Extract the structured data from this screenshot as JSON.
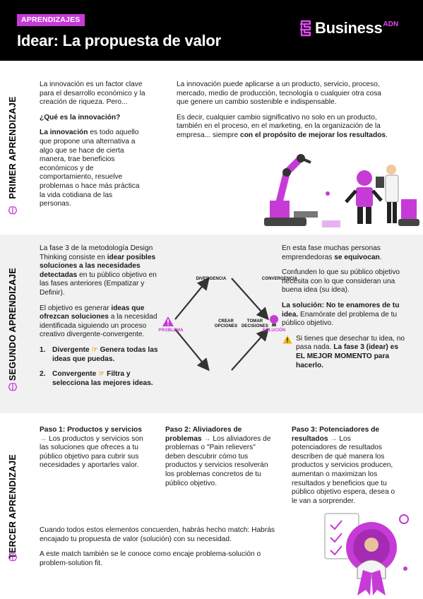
{
  "header": {
    "tag": "APRENDIZAJES",
    "title": "Idear: La propuesta de valor",
    "logo_text": "Business",
    "logo_sup": "ADN"
  },
  "section1": {
    "band_label": "PRIMER APRENDIZAJE",
    "col1_p1": "La innovación es un factor clave para el desarrollo económico y la creación de riqueza. Pero...",
    "col1_q": "¿Qué es la innovación?",
    "col1_p2_bold": "La innovación",
    "col1_p2_rest": " es todo aquello que propone una alternativa a algo que se hace de cierta manera, trae beneficios económicos y de comportamiento, resuelve problemas o hace más práctica la vida cotidiana de las personas.",
    "col2_p1": "La innovación puede aplicarse a un producto, servicio, proceso, mercado, medio de producción, tecnología o cualquier otra cosa que genere un cambio sostenible e indispensable.",
    "col2_p2_rest": "Es decir, cualquier cambio significativo no solo en un producto, también en el proceso, en el marketing, en la organización de la empresa... siempre ",
    "col2_p2_bold": "con el propósito de mejorar los resultados",
    "col2_p2_end": "."
  },
  "section2": {
    "band_label": "SEGUNDO APRENDIZAJE",
    "left_p1_a": "La fase 3 de la metodología Design Thinking consiste en ",
    "left_p1_b": "idear posibles soluciones a las necesidades detectadas",
    "left_p1_c": " en tu público objetivo en las fases anteriores (Empatizar y Definir).",
    "left_p2_a": "El objetivo es generar ",
    "left_p2_b": "ideas que ofrezcan soluciones",
    "left_p2_c": " a la necesidad identificada siguiendo un proceso creativo divergente-convergente.",
    "steps": [
      {
        "num": "1.",
        "label": "Divergente",
        "hand": "☞",
        "text": " Genera todas las ideas que puedas."
      },
      {
        "num": "2.",
        "label": "Convergente",
        "hand": "☞",
        "text": " Filtra y selecciona las mejores ideas."
      }
    ],
    "diagram": {
      "divergencia": "DIVERGENCIA",
      "convergencia": "CONVERGENCIA",
      "crear": "CREAR OPCIONES",
      "tomar": "TOMAR DECISIONES",
      "problema": "PROBLEMA",
      "solucion": "SOLUCIÓN"
    },
    "right_p1_a": "En esta fase muchas personas emprendedoras ",
    "right_p1_b": "se equivocan",
    "right_p1_c": ".",
    "right_p2": "Confunden lo que su público objetivo necesita con lo que consideran una buena idea (su idea).",
    "right_p3_b": "La solución: No te enamores de tu idea.",
    "right_p3_c": " Enamórate del problema de tu público objetivo.",
    "right_p4_a": "Si tienes que desechar tu idea, no pasa nada. ",
    "right_p4_b": "La fase 3 (idear) es EL MEJOR MOMENTO para hacerlo."
  },
  "section3": {
    "band_label": "TERCER APRENDIZAJE",
    "paso1_title": "Paso 1: Productos y servicios",
    "paso1_text": " Los productos y servicios son las soluciones que ofreces a tu público objetivo para cubrir sus necesidades y aportarles valor.",
    "paso2_title": "Paso 2: Aliviadores de problemas",
    "paso2_text": " Los aliviadores de problemas o \"Pain relievers\" deben descubrir cómo tus productos y servicios resolverán los problemas concretos de tu público objetivo.",
    "paso3_title": "Paso 3: Potenciadores de resultados",
    "paso3_text": " Los potenciadores de resultados describen de qué manera los productos y servicios producen, aumentan o maximizan los resultados y beneficios que tu público objetivo espera, desea o le van a sorprender.",
    "arrow": "→",
    "bottom_p1": "Cuando todos estos elementos concuerden, habrás hecho match: Habrás encajado tu propuesta de valor (solución) con su necesidad.",
    "bottom_p2": "A este match también se le conoce como encaje problema-solución o problem-solution fit."
  },
  "colors": {
    "accent": "#c63bd6",
    "header_bg": "#000000",
    "band_gray": "#f1f1f1"
  },
  "icons": [
    "brain-icon",
    "robot-illustration",
    "warning-icon",
    "lightbulb-icon",
    "award-illustration",
    "hand-pointer-icon"
  ]
}
